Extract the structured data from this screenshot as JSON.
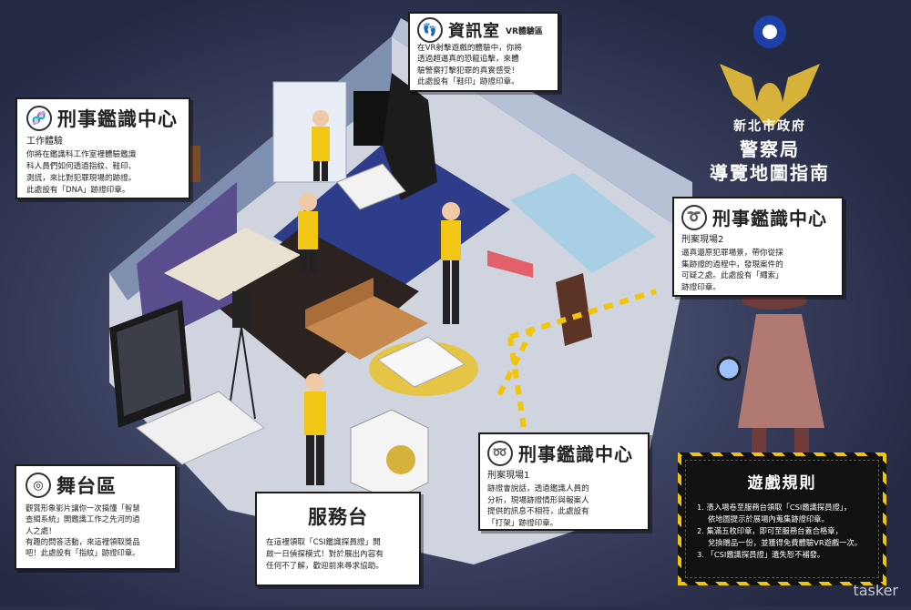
{
  "emblem": {
    "org_line1": "新北市政府",
    "org_line2": "警察局",
    "title": "導覽地圖指南"
  },
  "callouts": {
    "vr_room": {
      "icon": "footprint-icon",
      "title": "資訊室",
      "tag": "VR體驗區",
      "lines": [
        "在VR射擊遊戲的體驗中，你將",
        "透過超逼真的恐龍追擊，來體",
        "驗警察打擊犯罪的真實感受！",
        "此處設有「鞋印」跡證印章。"
      ]
    },
    "forensic_work": {
      "icon": "dna-icon",
      "title": "刑事鑑識中心",
      "subtitle": "工作體驗",
      "lines": [
        "你將在鑑識科工作室裡體驗鑑識",
        "科人員們如何透過指紋、鞋印、",
        "測謊，來比對犯罪現場的跡證。",
        "此處設有「DNA」跡證印章。"
      ]
    },
    "crime_scene_2": {
      "icon": "knot-icon",
      "title": "刑事鑑識中心",
      "subtitle": "刑案現場2",
      "lines": [
        "逼真還原犯罪場景，帶你從採",
        "集跡證的過程中，發現案件的",
        "可疑之處。此處設有「繩索」",
        "跡證印章。"
      ]
    },
    "crime_scene_1": {
      "icon": "noose-icon",
      "title": "刑事鑑識中心",
      "subtitle": "刑案現場1",
      "lines": [
        "跡證會說話，透過鑑識人員的",
        "分析，現場跡證情形與報案人",
        "提供的訊息不相符，此處設有",
        "「打架」跡證印章。"
      ]
    },
    "stage": {
      "icon": "fingerprint-icon",
      "title": "舞台區",
      "lines": [
        "觀賞形象影片讓你一次搞懂「智慧",
        "查緝系統」開鑑識工作之先河的過",
        "人之處！",
        "有趣的問答活動，來這裡領取獎品",
        "吧！此處設有「指紋」跡證印章。"
      ]
    },
    "service_desk": {
      "title": "服務台",
      "lines": [
        "在這裡領取「CSI鑑識探員證」開",
        "啟一日偵探模式！對於展出內容有",
        "任何不了解，歡迎前來尋求協助。"
      ]
    }
  },
  "rules": {
    "title": "遊戲規則",
    "items": [
      "1. 憑入場卷至服務台領取「CSI鑑識探員證」，",
      "依地圖提示於展場內蒐集跡證印章。",
      "2. 集滿五枚印章，即可至服務台蓋合格章，",
      "兌換贈品一份，並獲得免費體驗VR遊戲一次。",
      "3. 「CSI鑑識探員證」遺失恕不補發。"
    ]
  },
  "watermark": "tasker",
  "colors": {
    "background": "#2b2f4a",
    "floor": "#d9dde6",
    "uniform_vest": "#f2c615",
    "hazard_yellow": "#f1c60a",
    "emblem_gold": "#d7b23a",
    "emblem_blue": "#1d3fa8"
  }
}
